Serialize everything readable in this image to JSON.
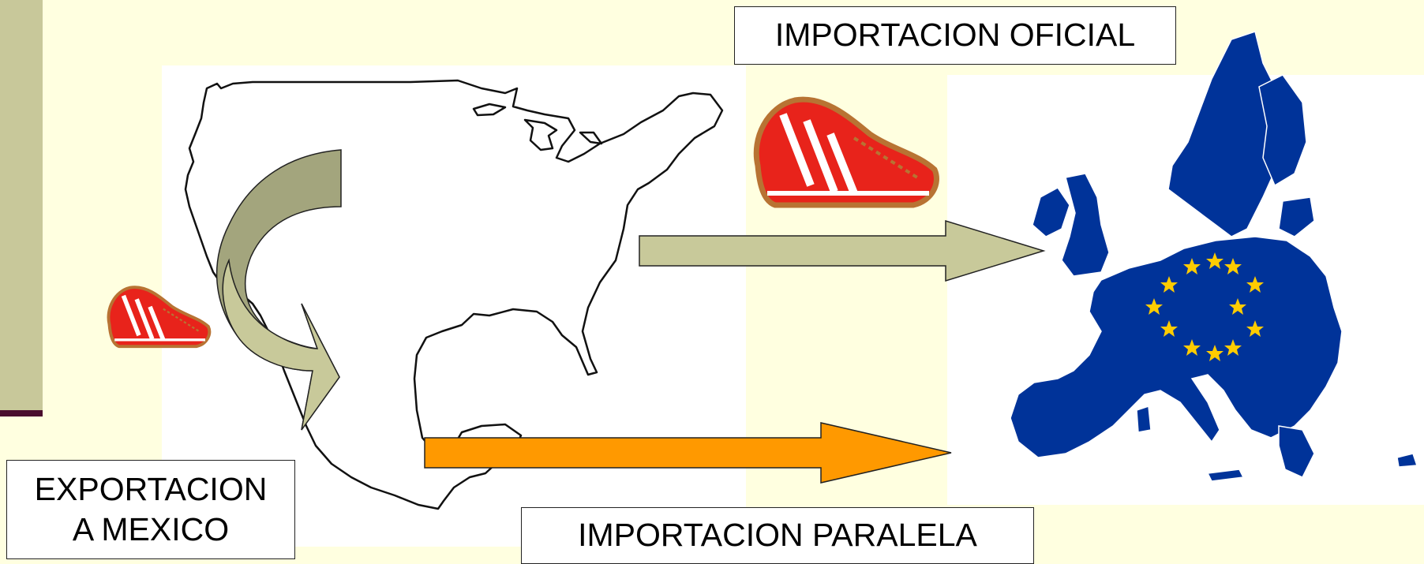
{
  "labels": {
    "importacion_oficial": "IMPORTACION OFICIAL",
    "importacion_paralela": "IMPORTACION PARALELA",
    "exportacion_line1": "EXPORTACION",
    "exportacion_line2": "A MEXICO"
  },
  "colors": {
    "background": "#ffffe0",
    "sidebar": "#c8c89a",
    "sidebar_rule": "#4a0d2e",
    "arrow_oficial": "#c8c99a",
    "arrow_export": "#a3a57d",
    "arrow_paralela": "#ff9900",
    "eu_blue": "#003399",
    "eu_star": "#ffcc00",
    "shoe_red": "#e8231b",
    "shoe_brown": "#b87333"
  },
  "icons": {
    "small_shoe": "sneaker-icon",
    "large_shoe": "sneaker-icon",
    "eu_map": "european-union-map",
    "north_america_map": "north-america-outline-map"
  }
}
